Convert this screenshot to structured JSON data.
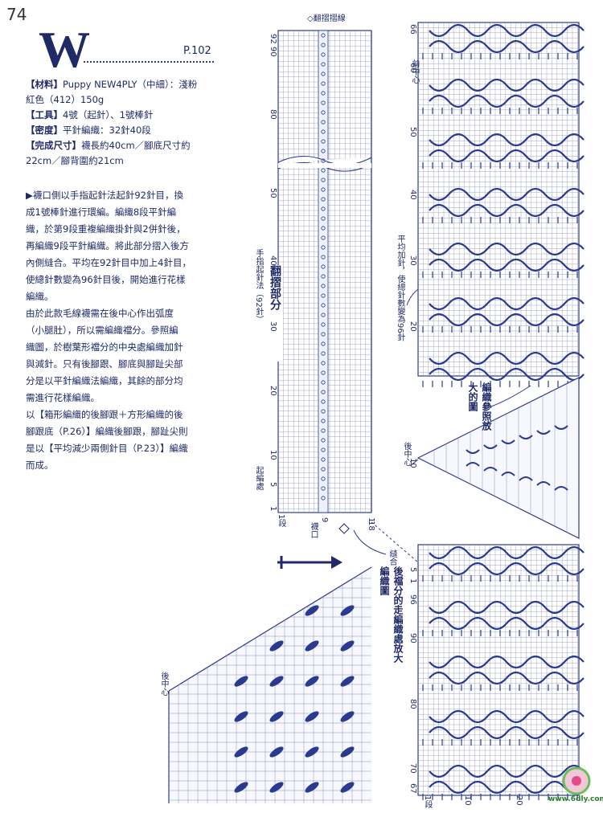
{
  "page": {
    "number": "74",
    "letter": "W",
    "ref": "P.102"
  },
  "specs": [
    {
      "label": "【材料】",
      "text": "Puppy NEW4PLY（中細）：淺粉"
    },
    {
      "label": "",
      "text": "紅色（412）150g"
    },
    {
      "label": "【工具】",
      "text": "4號（起針）、1號棒針"
    },
    {
      "label": "【密度】",
      "text": "平針編織：32針40段"
    },
    {
      "label": "【完成尺寸】",
      "text": "襪長約40cm／腳底尺寸約"
    },
    {
      "label": "",
      "text": "22cm／腳背圍約21cm"
    }
  ],
  "body_lines": [
    "▶襪口側以手指起針法起針92針目，換",
    "成1號棒針進行環編。編織8段平針編",
    "織，於第9段重複編織掛針與2併針後，",
    "再編織9段平針編織。將此部分摺入後方",
    "內側縫合。平均在92針目中加上4針目，",
    "使總針數變為96針目後，開始進行花樣",
    "編織。",
    "由於此款毛線襪需在後中心作出弧度",
    "（小腿肚），所以需編織襠分。參照編",
    "織圖，於樹葉形襠分的中央處編織加針",
    "與減針。只有後腳跟、腳底與腳趾尖部",
    "分是以平針編織法編織，其餘的部分均",
    "需進行花樣編織。",
    "以【箱形編織的後腳跟＋方形編織的後",
    "腳跟底（P.26）】編織後腳跟，腳趾尖則",
    "是以【平均減少兩側針目（P.23）】編織",
    "而成。"
  ],
  "annotations": {
    "fold_top": "◇翻摺摺線",
    "fold_part": "翻摺部分",
    "cast_on": "手指起針法（92針）",
    "start": "起編處",
    "cuff": "襪口",
    "seam": "縫合",
    "front_center": "前中心",
    "even_increase": "平均加針，使總針數變為96針",
    "refer_enlarged": "編織參照放大的圖",
    "back_center_right": "後中心",
    "back_center_lower": "後中心",
    "gusset_enlarged": "後襠分的走編織處放大編織圖",
    "row1": "1段",
    "row1_right": "1段"
  },
  "left_chart": {
    "row_labels": [
      "92",
      "90",
      "80",
      "50",
      "40",
      "30",
      "20",
      "10",
      "5",
      "1"
    ],
    "col_labels": [
      "9",
      "1"
    ]
  },
  "right_chart": {
    "row_labels_top": [
      "66",
      "60",
      "50",
      "40",
      "30",
      "20",
      "10",
      "5",
      "1"
    ],
    "row_labels_bottom": [
      "96",
      "90",
      "80",
      "70",
      "67"
    ],
    "col_labels": [
      "10",
      "20"
    ],
    "start_marker": "18"
  },
  "colors": {
    "ink": "#1f2a66",
    "grid": "#8a8fb5",
    "grid_dark": "#2a3b8f"
  },
  "logo": {
    "text": "www.6dly.com"
  }
}
